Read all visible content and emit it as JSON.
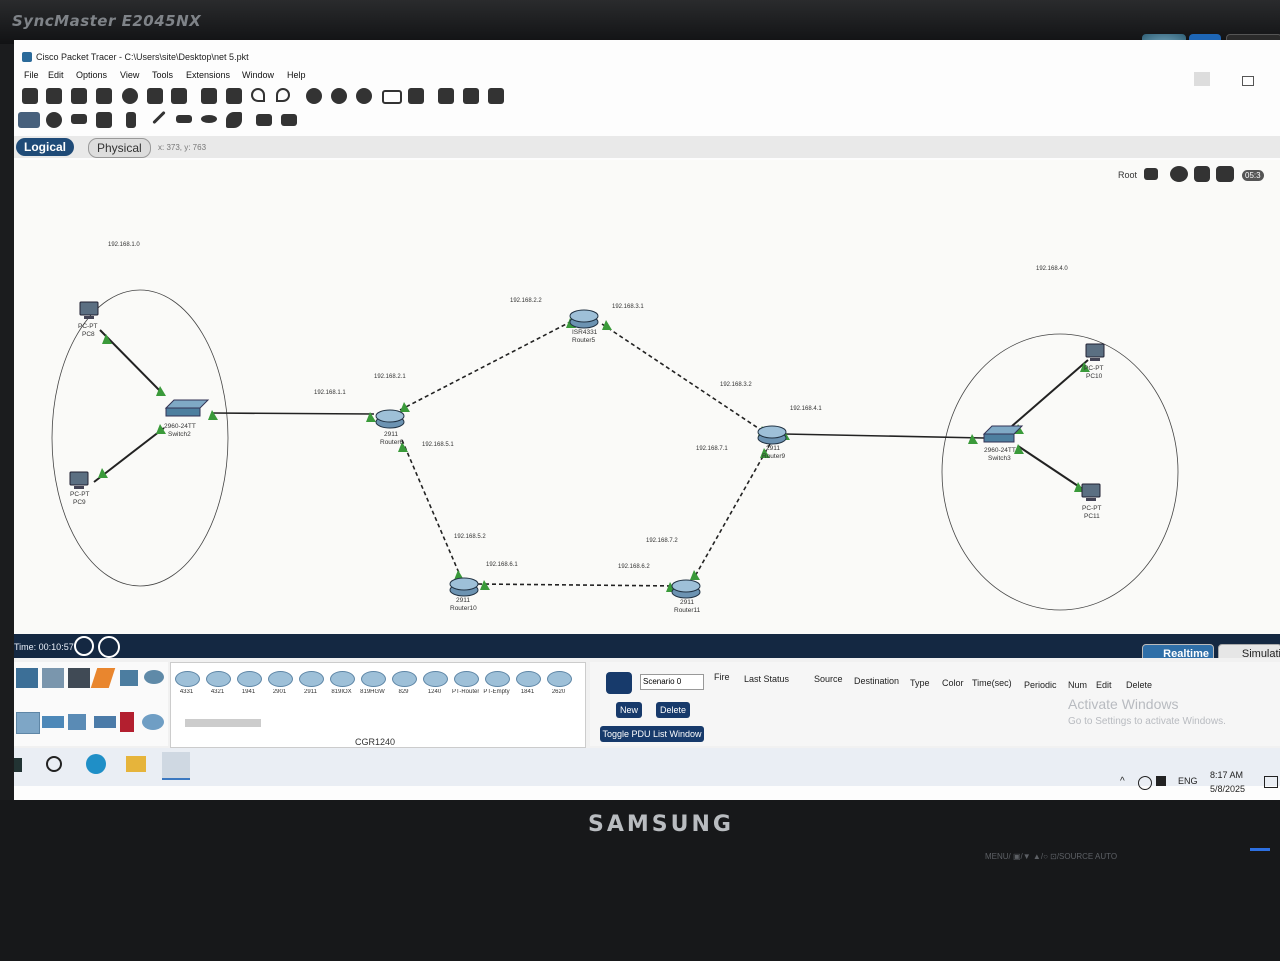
{
  "monitor": {
    "model": "SyncMaster E2045NX",
    "brand": "SAMSUNG",
    "controls": "MENU/  ▣/▼  ▲/○  ⊡/SOURCE  AUTO"
  },
  "window": {
    "title": "Cisco Packet Tracer - C:\\Users\\site\\Desktop\\net 5.pkt"
  },
  "menu": [
    "File",
    "Edit",
    "Options",
    "View",
    "Tools",
    "Extensions",
    "Window",
    "Help"
  ],
  "mode_tabs": {
    "logical": "Logical",
    "physical": "Physical",
    "coords": "x: 373, y: 763"
  },
  "workspace": {
    "root_label": "Root",
    "zoom_label": "05:3"
  },
  "devices": {
    "pc9": {
      "type": "PC-PT",
      "name": "PC9"
    },
    "pc8": {
      "type": "PC-PT",
      "name": "PC8"
    },
    "switch2": {
      "type": "2960-24TT",
      "name": "Switch2"
    },
    "router6": {
      "type": "2911",
      "name": "Router6"
    },
    "router5": {
      "type": "ISR4331",
      "name": "Router5"
    },
    "router9": {
      "type": "2911",
      "name": "Router9"
    },
    "router10": {
      "type": "2911",
      "name": "Router10"
    },
    "router11": {
      "type": "2911",
      "name": "Router11"
    },
    "switch3": {
      "type": "2960-24TT",
      "name": "Switch3"
    },
    "pc10": {
      "type": "PC-PT",
      "name": "PC10"
    },
    "pc11": {
      "type": "PC-PT",
      "name": "PC11"
    }
  },
  "networks": {
    "lan_left": "192.168.1.0",
    "lan_right": "192.168.4.0",
    "r6_sw2": "192.168.1.1",
    "r6_r5": "192.168.2.1",
    "r5_r6": "192.168.2.2",
    "r5_r9": "192.168.3.1",
    "r9_r5": "192.168.3.2",
    "r9_lan": "192.168.4.1",
    "r6_r10": "192.168.5.1",
    "r10_r6": "192.168.5.2",
    "r10_r11": "192.168.6.1",
    "r11_r10": "192.168.6.2",
    "r9_r11": "192.168.7.1",
    "r11_r9": "192.168.7.2"
  },
  "time": {
    "label": "Time: 00:10:57"
  },
  "device_models": [
    "4331",
    "4321",
    "1941",
    "2901",
    "2911",
    "819IOX",
    "819HGW",
    "829",
    "1240",
    "PT-Router",
    "PT-Empty",
    "1841",
    "2620"
  ],
  "selected_model": "CGR1240",
  "pdu": {
    "scenario": "Scenario 0",
    "new": "New",
    "delete": "Delete",
    "toggle": "Toggle PDU List Window",
    "columns": [
      "Fire",
      "Last Status",
      "Source",
      "Destination",
      "Type",
      "Color",
      "Time(sec)",
      "Periodic",
      "Num",
      "Edit",
      "Delete"
    ]
  },
  "modes": {
    "realtime": "Realtime",
    "simulation": "Simulati"
  },
  "watermark": {
    "line1": "Activate Windows",
    "line2": "Go to Settings to activate Windows."
  },
  "systray": {
    "lang": "ENG",
    "time": "8:17 AM",
    "date": "5/8/2025"
  }
}
